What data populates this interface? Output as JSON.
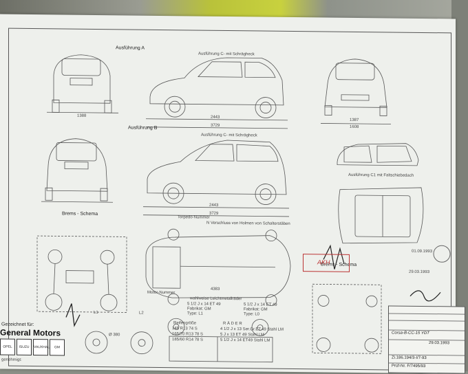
{
  "sections": {
    "ausfuehrung_a": "Ausführung A",
    "ausfuehrung_b": "Ausführung B",
    "bremsschema_left": "Brems - Schema",
    "bremsschema_right": "Brems - Schema"
  },
  "view_a": {
    "side_top_label": "Ausführung C- mit Schrägheck",
    "dim_front_width": "1388",
    "dim_length": "2443",
    "dim_total_length": "3729",
    "dim_rear_width": "1387",
    "dim_rear_total": "1608"
  },
  "view_b": {
    "side_top_label": "Ausführung C- mit Schrägheck",
    "dim_length": "2443",
    "dim_total_length": "3729"
  },
  "roof_label": "Ausführung C1 mit Faltschiebedach",
  "bottom_top_note": "Torpedo-Nummer",
  "bottom_top_note2": "N Verschluss von Holmen von Schalterstäben",
  "bottom_left_note": "Motor-Nummer",
  "bottom_dim": "4383",
  "wheels": {
    "left_note": "wahlweise Leichtmetallräder",
    "left_spec1": "5 1/2 J x 14 ET 49",
    "left_spec2": "Fabrikat: GM",
    "left_spec3": "Type: L1",
    "right_spec1": "5 1/2 J x 14 ET 49",
    "right_spec2": "Fabrikat: GM",
    "right_spec3": "Type: L0",
    "label_l1": "L1",
    "label_l2": "L2",
    "dim_380": "Ø 380"
  },
  "tire_table": {
    "header_left": "Reifengröße",
    "header_right": "R Ä D E R",
    "rows": [
      {
        "left": "145 R13 74 S",
        "right": "4 1/2 J x 13 Ser.Gr.ET.49 Stahl LM"
      },
      {
        "left": "165/70 R13 78 S",
        "right": "5 J x 13 ET 49 Stahl LM"
      },
      {
        "left": "185/60 R14 78 S",
        "right": "5 1/2 J x 14 ET49 Stahl LM"
      }
    ]
  },
  "brand": {
    "line1": "Gezeichnet für:",
    "line2": "General Motors",
    "bottom": "genehmigt:",
    "logos": [
      "OPEL",
      "ISUZU",
      "VAUXHALL",
      "GM"
    ]
  },
  "stamp_text": "AKH",
  "signatures": {
    "date1": "01.09.1993",
    "date2": "29.03.1993"
  },
  "title_block": {
    "title": "Corsa-B-CC-15 YDT",
    "date": "29.03.1993",
    "drawing_no": "Zi.186.194/3-I/7-93",
    "pruef_nr": "Prüf-Nr. F/7495/93"
  },
  "colors": {
    "paper": "#eef0ec",
    "line": "#555555",
    "stamp": "#b33333"
  }
}
